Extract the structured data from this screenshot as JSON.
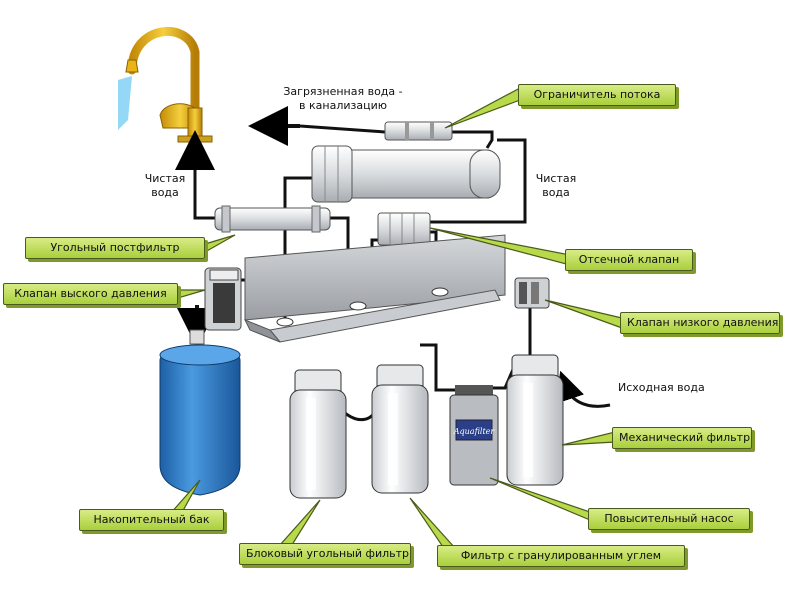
{
  "callouts": {
    "flow_limiter": "Ограничитель потока",
    "shutoff_valve": "Отсечной клапан",
    "carbon_postfilter": "Угольный постфильтр",
    "high_pressure_valve": "Клапан выского давления",
    "low_pressure_valve": "Клапан низкого давления",
    "mechanical_filter": "Механический фильтр",
    "storage_tank": "Накопительный бак",
    "booster_pump": "Повысительный насос",
    "block_carbon_filter": "Блоковый угольный фильтр",
    "granular_carbon_filter": "Фильтр с гранулированным углем"
  },
  "notes": {
    "drain_line1": "Загрязненная вода -",
    "drain_line2": "в канализацию",
    "clean_left_1": "Чистая",
    "clean_left_2": "вода",
    "clean_right_1": "Чистая",
    "clean_right_2": "вода",
    "source_water": "Исходная вода"
  },
  "pump_brand": "Aquafilter",
  "colors": {
    "callout_fill": "#b7d94a",
    "tank_blue": "#2f7fc8",
    "faucet_gold": "#e8b418",
    "water_stream": "#8ad4f5",
    "bracket_grey": "#b8bcc0"
  }
}
